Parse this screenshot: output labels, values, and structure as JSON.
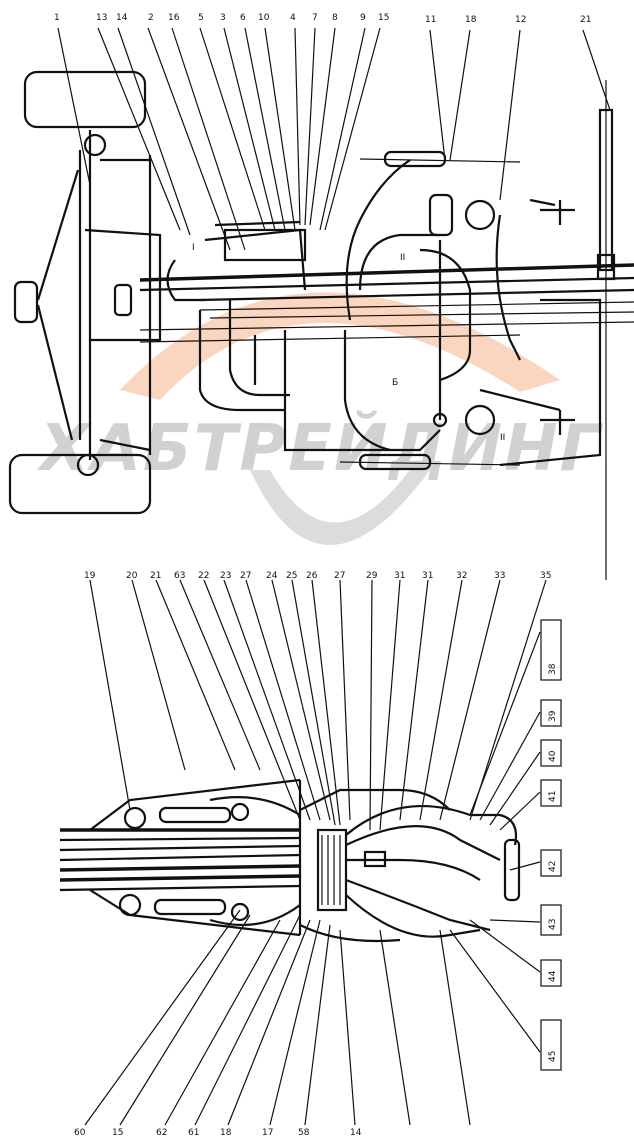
{
  "watermark": {
    "brand": "ХАБТРЕЙДИНГ",
    "logo_colors": {
      "orange": "#F08A4B",
      "gray": "#9A9A9A"
    }
  },
  "top_diagram": {
    "callouts": [
      "1",
      "13",
      "14",
      "2",
      "16",
      "5",
      "3",
      "6",
      "10",
      "4",
      "7",
      "8",
      "9",
      "15",
      "11",
      "18",
      "12",
      "21"
    ],
    "arrow_marks": [
      "I",
      "II",
      "Б",
      "II"
    ]
  },
  "bottom_diagram": {
    "top_callouts": [
      "19",
      "20",
      "21",
      "63",
      "22",
      "23",
      "27",
      "24",
      "25",
      "26",
      "27",
      "29",
      "31",
      "31",
      "32",
      "33",
      "35"
    ],
    "bottom_callouts": [
      "60",
      "15",
      "62",
      "61",
      "18",
      "17",
      "58",
      "14"
    ],
    "right_boxes": [
      "38",
      "39",
      "40",
      "41",
      "42",
      "43",
      "44",
      "45"
    ]
  }
}
